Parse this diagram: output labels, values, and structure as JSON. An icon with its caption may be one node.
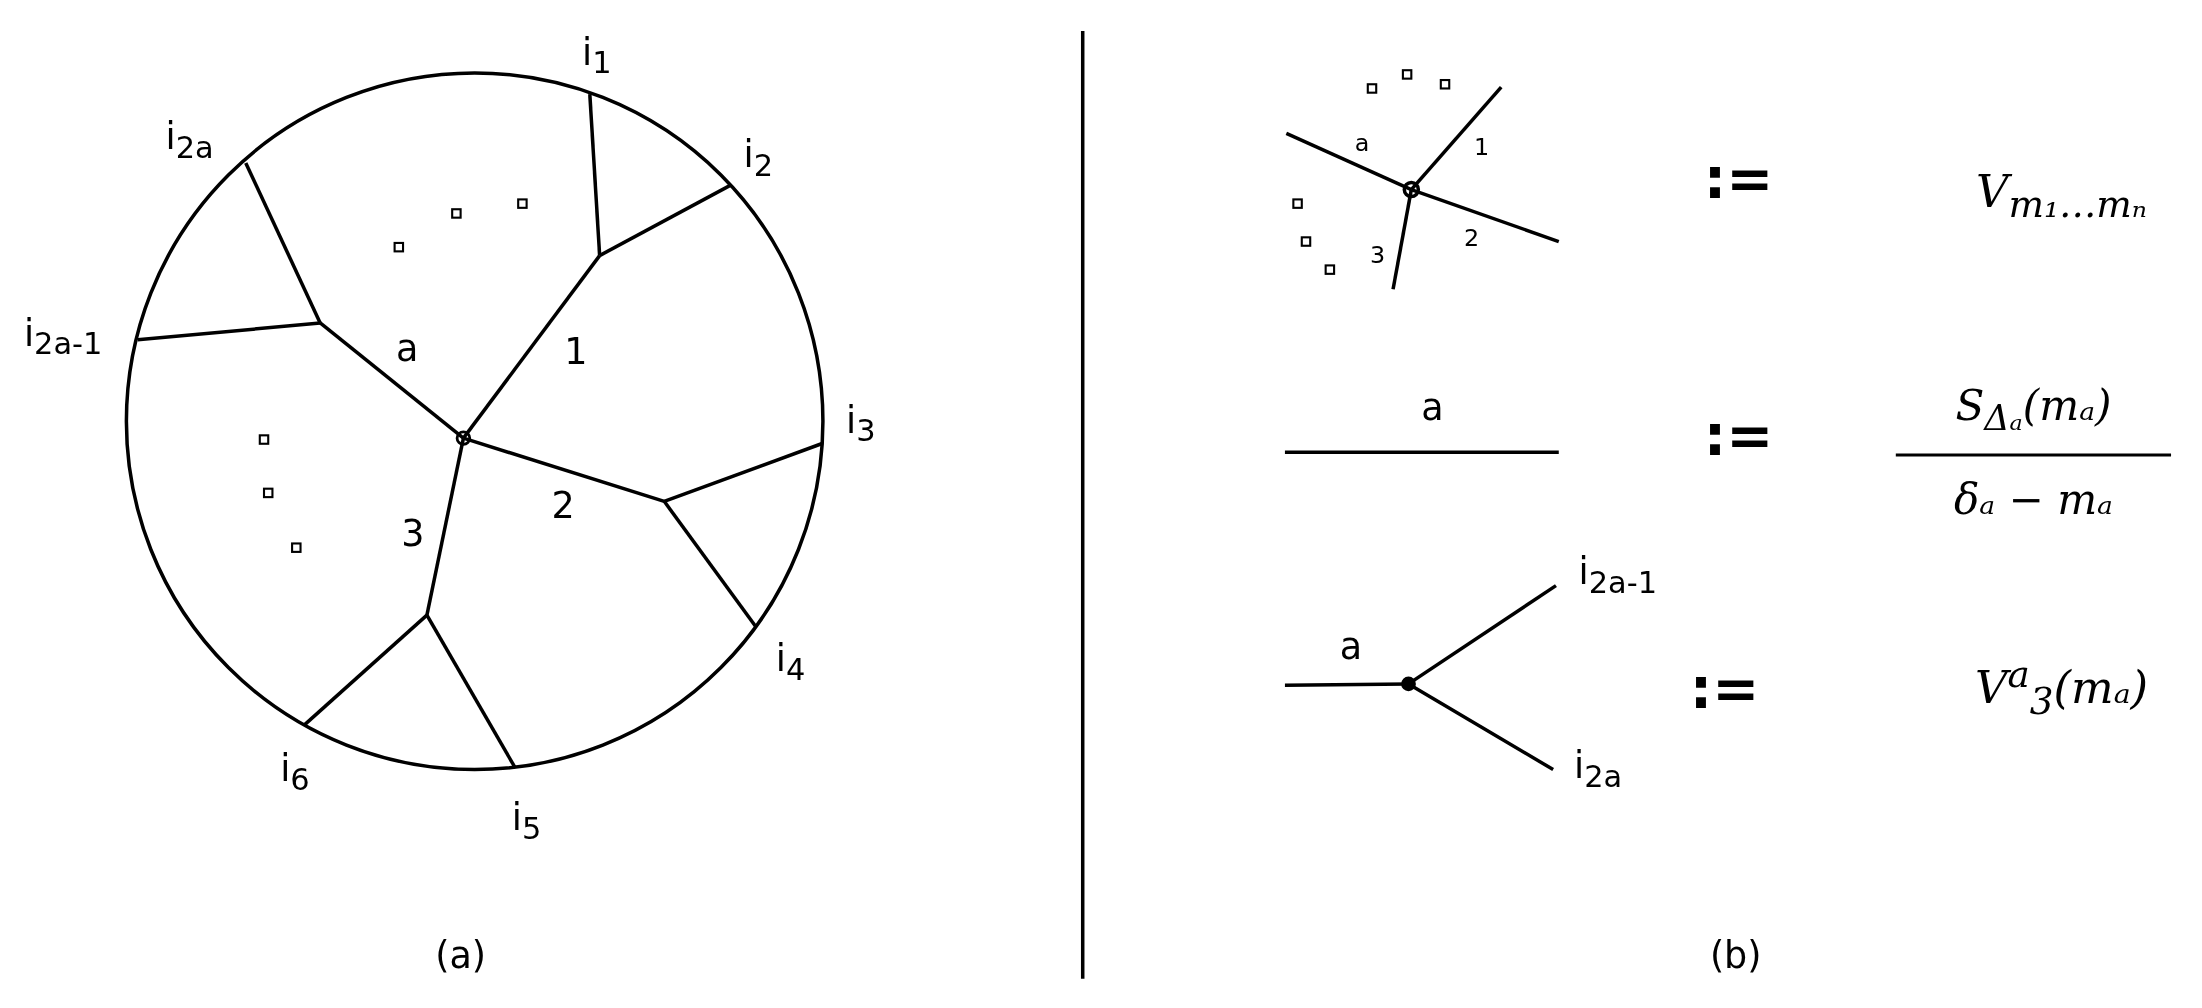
{
  "diagram": {
    "labels": [
      "i$_{1}$",
      "i$_{2a}$",
      "i$_{2}$",
      "i$_{2a-1}$",
      "a",
      "1",
      "i$_{3}$",
      "3",
      "2",
      "i$_{4}$",
      "i$_{6}$",
      "i$_{5}$",
      "(a)",
      "a",
      "1",
      "2",
      "3",
      ":=",
      "V$_{m₁…mₙ}$",
      "a",
      ":=",
      "S$_{Δₐ}$(mₐ)",
      "δₐ − mₐ",
      "a",
      "i$_{2a-1}$",
      "i$_{2a}$",
      ":=",
      "V$^{a}$$_{3}$(mₐ)",
      "(b)"
    ]
  }
}
